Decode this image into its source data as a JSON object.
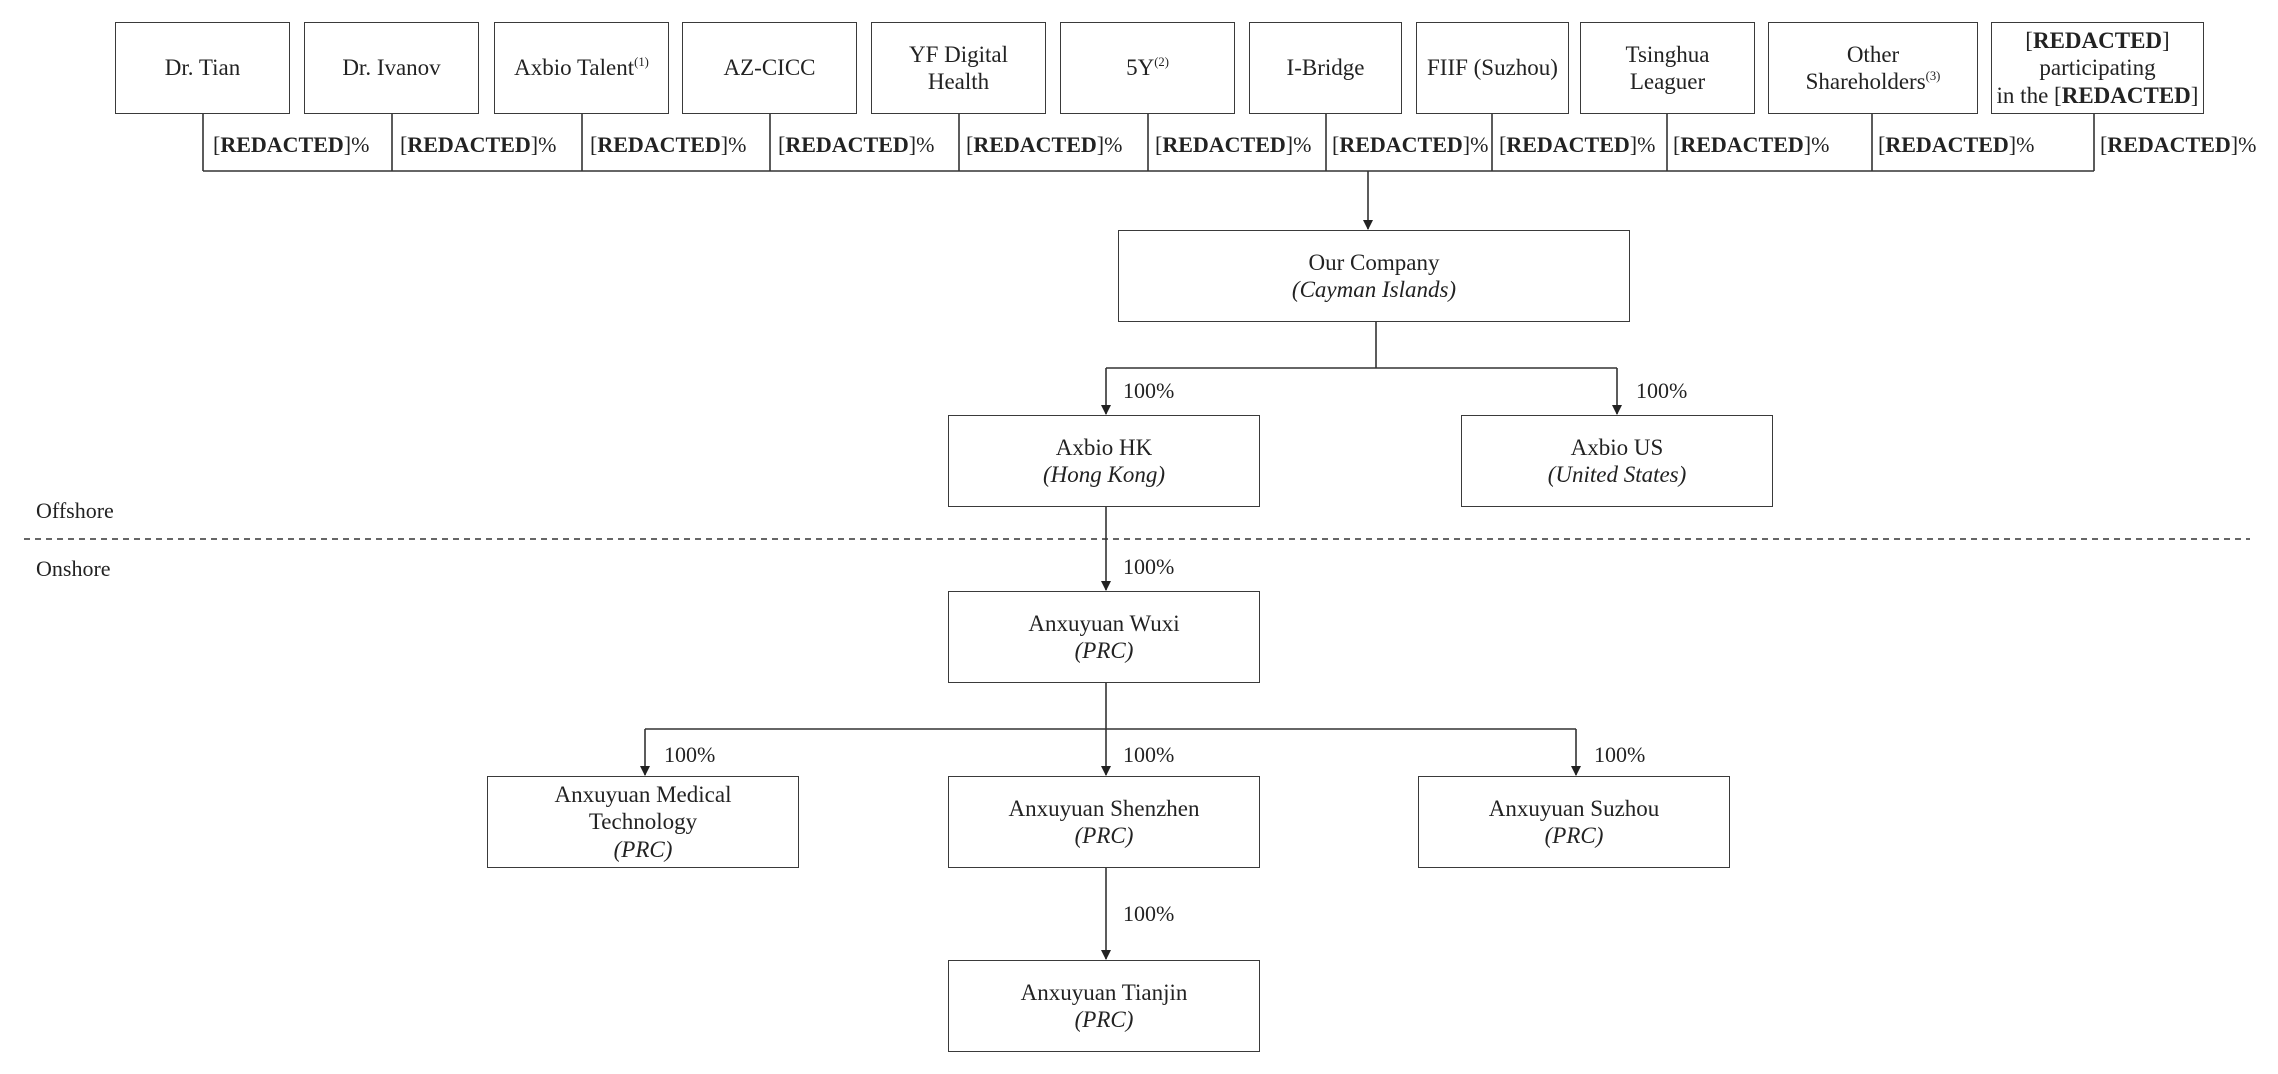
{
  "shareholders": [
    {
      "id": "dr-tian",
      "lines": [
        "Dr. Tian"
      ],
      "pct": "[REDACTED]%"
    },
    {
      "id": "dr-ivanov",
      "lines": [
        "Dr. Ivanov"
      ],
      "pct": "[REDACTED]%"
    },
    {
      "id": "axbio-talent",
      "lines": [
        "Axbio Talent"
      ],
      "note": "(1)",
      "pct": "[REDACTED]%"
    },
    {
      "id": "az-cicc",
      "lines": [
        "AZ-CICC"
      ],
      "pct": "[REDACTED]%"
    },
    {
      "id": "yf-digital-health",
      "lines": [
        "YF Digital",
        "Health"
      ],
      "pct": "[REDACTED]%"
    },
    {
      "id": "5y",
      "lines": [
        "5Y"
      ],
      "note": "(2)",
      "pct": "[REDACTED]%"
    },
    {
      "id": "i-bridge",
      "lines": [
        "I-Bridge"
      ],
      "pct": "[REDACTED]%"
    },
    {
      "id": "fiif-suzhou",
      "lines": [
        "FIIF (Suzhou)"
      ],
      "pct": "[REDACTED]%"
    },
    {
      "id": "tsinghua-leaguer",
      "lines": [
        "Tsinghua",
        "Leaguer"
      ],
      "pct": "[REDACTED]%"
    },
    {
      "id": "other-shareholders",
      "lines": [
        "Other",
        "Shareholders"
      ],
      "note": "(3)",
      "pct": "[REDACTED]%"
    },
    {
      "id": "redacted-participants",
      "lines": [
        "[REDACTED]",
        "participating",
        "in the [REDACTED]"
      ],
      "pct": "[REDACTED]%"
    }
  ],
  "entities": [
    {
      "id": "our-company",
      "name": "Our Company",
      "jurisdiction": "(Cayman Islands)",
      "owner_pct": ""
    },
    {
      "id": "axbio-hk",
      "name": "Axbio HK",
      "jurisdiction": "(Hong Kong)",
      "owner_pct": "100%"
    },
    {
      "id": "axbio-us",
      "name": "Axbio US",
      "jurisdiction": "(United States)",
      "owner_pct": "100%"
    },
    {
      "id": "anxuyuan-wuxi",
      "name": "Anxuyuan Wuxi",
      "jurisdiction": "(PRC)",
      "owner_pct": "100%"
    },
    {
      "id": "anxuyuan-medical-technology",
      "name": "Anxuyuan Medical Technology",
      "jurisdiction": "(PRC)",
      "owner_pct": "100%"
    },
    {
      "id": "anxuyuan-shenzhen",
      "name": "Anxuyuan Shenzhen",
      "jurisdiction": "(PRC)",
      "owner_pct": "100%"
    },
    {
      "id": "anxuyuan-suzhou",
      "name": "Anxuyuan Suzhou",
      "jurisdiction": "(PRC)",
      "owner_pct": "100%"
    },
    {
      "id": "anxuyuan-tianjin",
      "name": "Anxuyuan Tianjin",
      "jurisdiction": "(PRC)",
      "owner_pct": "100%"
    }
  ],
  "regions": {
    "offshore": "Offshore",
    "onshore": "Onshore"
  }
}
